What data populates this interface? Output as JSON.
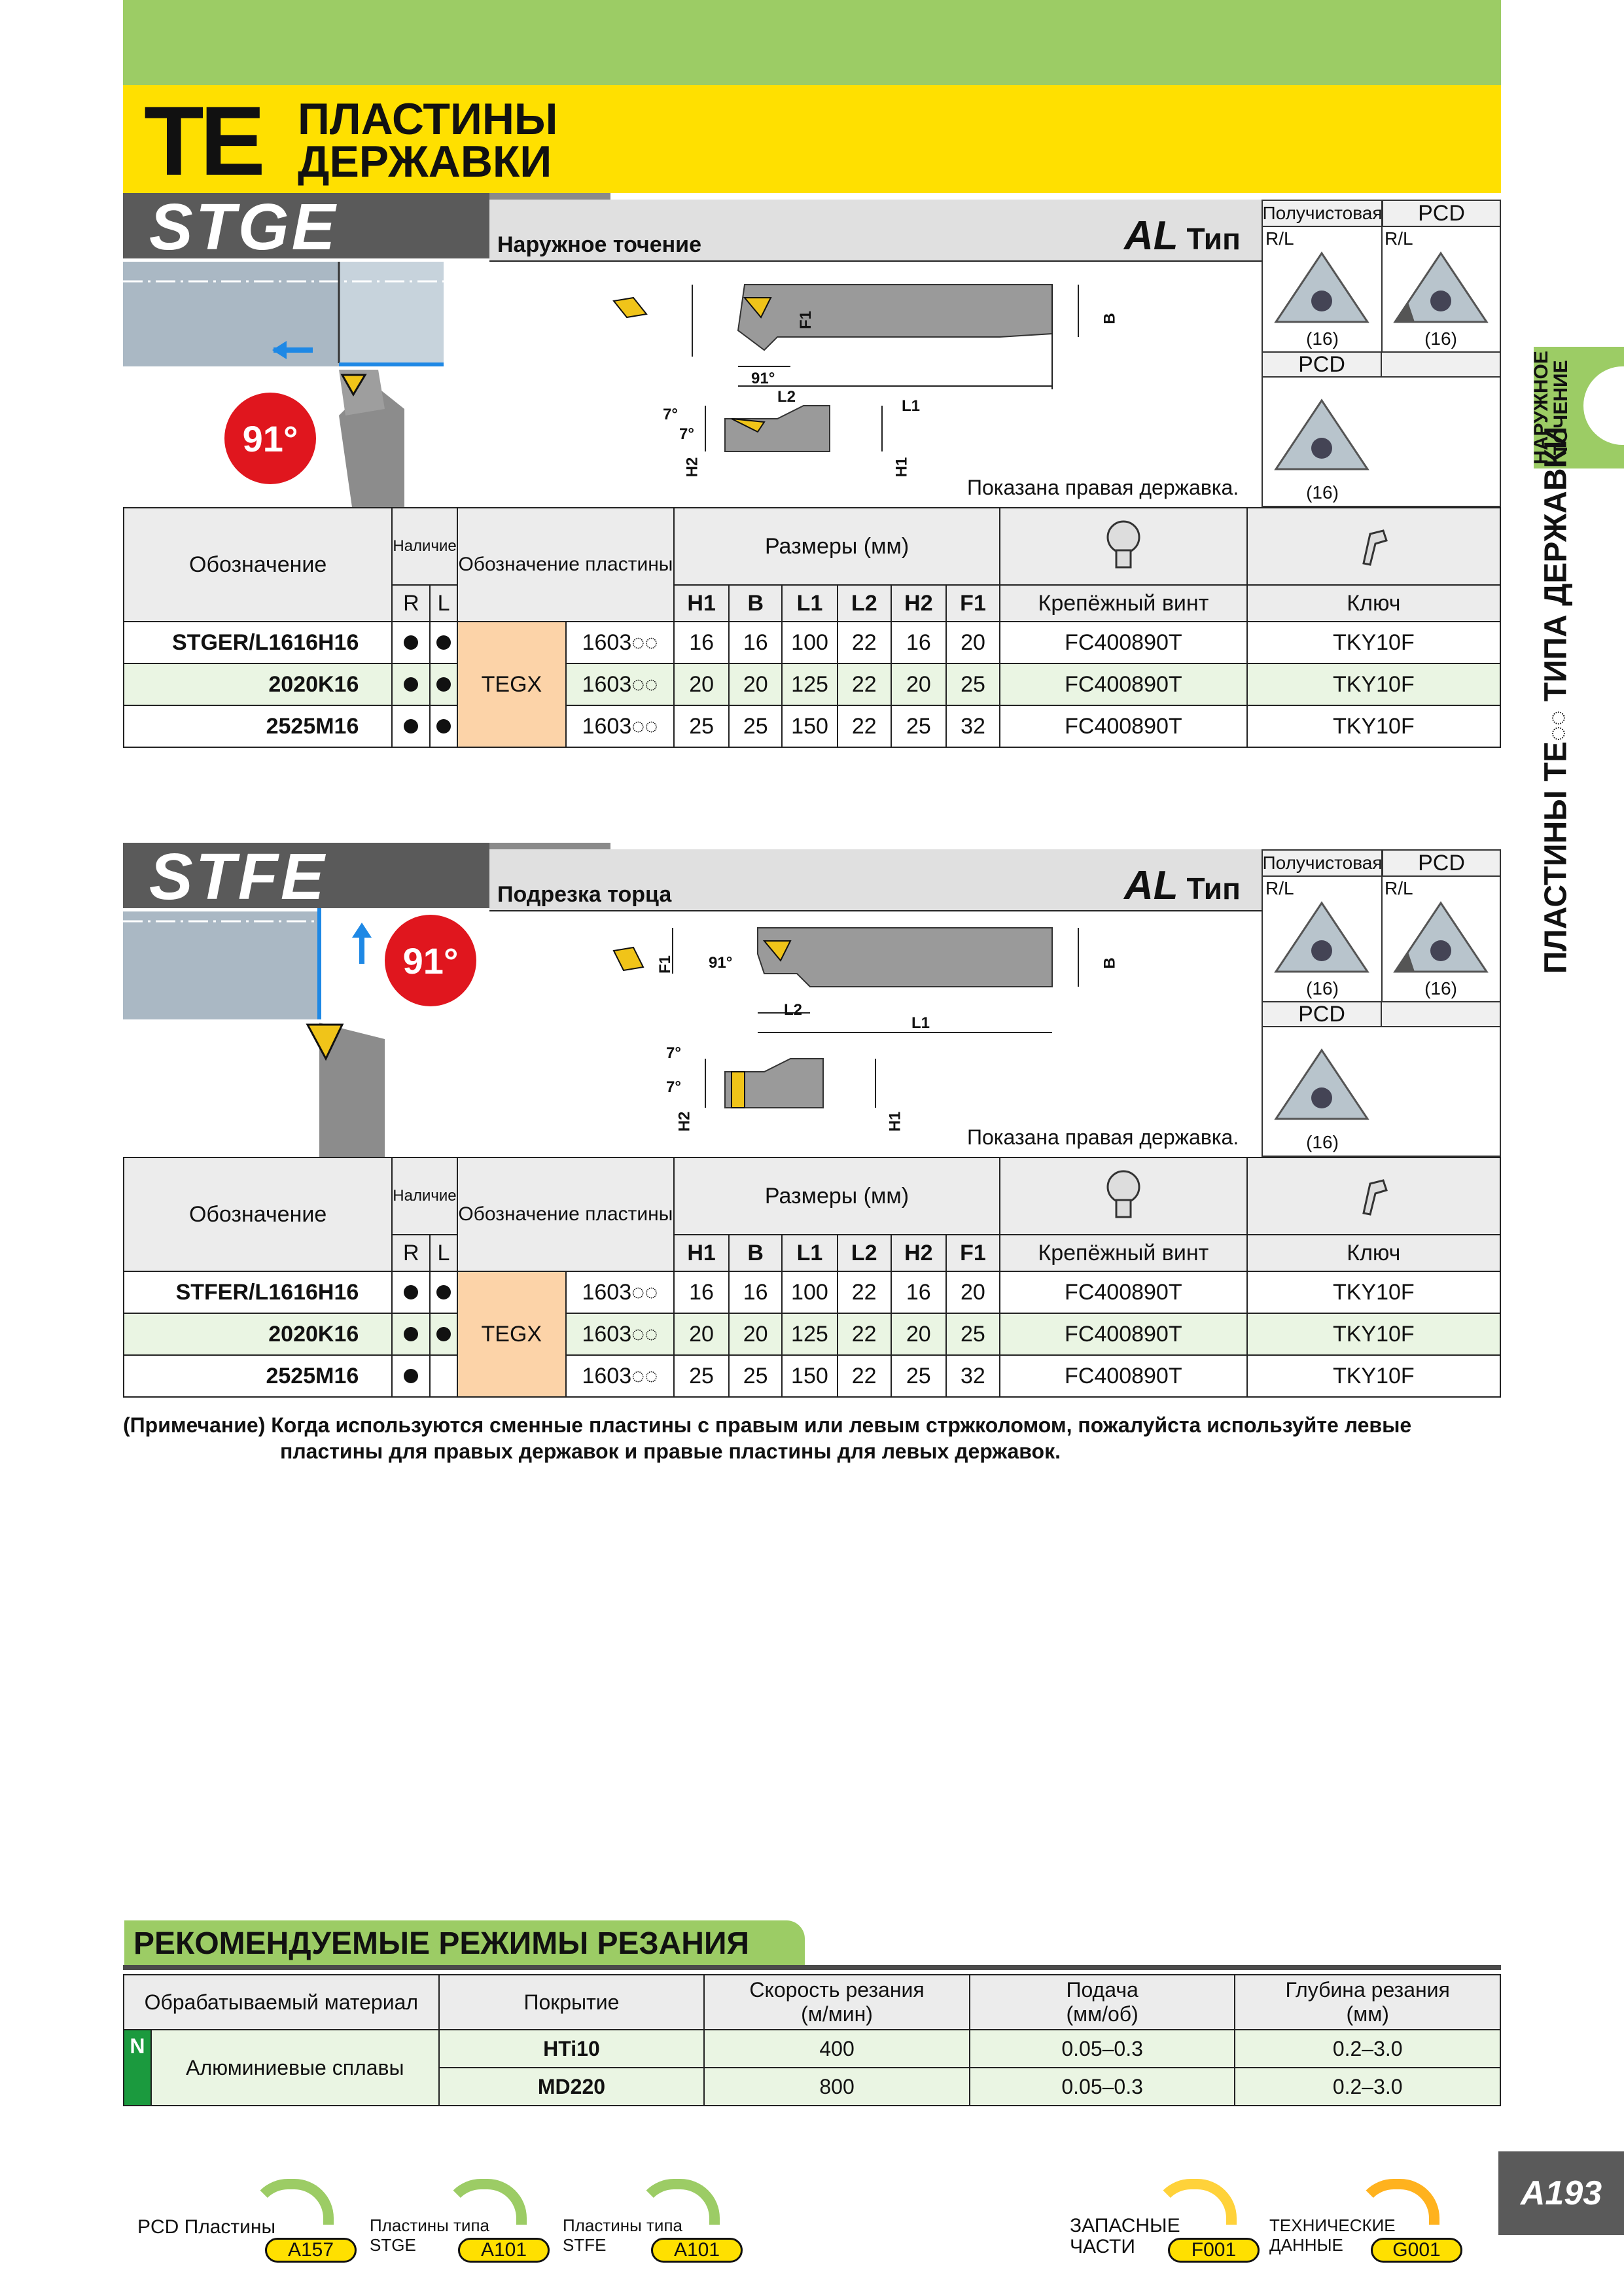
{
  "header": {
    "te": "TE",
    "line1": "ПЛАСТИНЫ",
    "line2": "ДЕРЖАВКИ"
  },
  "side": {
    "tag1": "НАРУЖНОЕ",
    "tag2": "ТОЧЕНИЕ",
    "text_a": "ПЛАСТИНЫ ",
    "text_te": "TE",
    "text_b": " ТИПА ДЕРЖАВКИ"
  },
  "sections": [
    {
      "model": "STGE",
      "operation": "Наружное точение",
      "al_type": "AL",
      "al_word": "Тип",
      "angle": "91°",
      "inserts": {
        "semi_label": "Получистовая",
        "pcd_label": "PCD",
        "rl1": "R/L",
        "rl2": "R/L",
        "q1": "(16)",
        "q2": "(16)",
        "pcd2_label": "PCD",
        "q3": "(16)"
      },
      "shown": "Показана правая державка.",
      "dims": {
        "f1": "F1",
        "b": "B",
        "a91": "91°",
        "l2": "L2",
        "l1": "L1",
        "a7a": "7°",
        "a7b": "7°",
        "h2": "H2",
        "h1": "H1"
      },
      "table": {
        "h_designation": "Обозначение",
        "h_avail": "Наличие",
        "h_insert": "Обозначение пластины",
        "h_dims": "Размеры (мм)",
        "h_screw": "Крепёжный винт",
        "h_key": "Ключ",
        "h_r": "R",
        "h_l": "L",
        "cols": [
          "H1",
          "B",
          "L1",
          "L2",
          "H2",
          "F1"
        ],
        "insert_type": "TEGX",
        "rows": [
          {
            "name": "STGER/L1616H16",
            "r": true,
            "l": true,
            "ins": "1603◌◌",
            "v": [
              "16",
              "16",
              "100",
              "22",
              "16",
              "20"
            ],
            "screw": "FC400890T",
            "key": "TKY10F"
          },
          {
            "name": "2020K16",
            "r": true,
            "l": true,
            "ins": "1603◌◌",
            "v": [
              "20",
              "20",
              "125",
              "22",
              "20",
              "25"
            ],
            "screw": "FC400890T",
            "key": "TKY10F"
          },
          {
            "name": "2525M16",
            "r": true,
            "l": true,
            "ins": "1603◌◌",
            "v": [
              "25",
              "25",
              "150",
              "22",
              "25",
              "32"
            ],
            "screw": "FC400890T",
            "key": "TKY10F"
          }
        ]
      }
    },
    {
      "model": "STFE",
      "operation": "Подрезка торца",
      "al_type": "AL",
      "al_word": "Тип",
      "angle": "91°",
      "inserts": {
        "semi_label": "Получистовая",
        "pcd_label": "PCD",
        "rl1": "R/L",
        "rl2": "R/L",
        "q1": "(16)",
        "q2": "(16)",
        "pcd2_label": "PCD",
        "q3": "(16)"
      },
      "shown": "Показана правая державка.",
      "dims": {
        "f1": "F1",
        "b": "B",
        "a91": "91°",
        "l2": "L2",
        "l1": "L1",
        "a7a": "7°",
        "a7b": "7°",
        "h2": "H2",
        "h1": "H1"
      },
      "table": {
        "h_designation": "Обозначение",
        "h_avail": "Наличие",
        "h_insert": "Обозначение пластины",
        "h_dims": "Размеры (мм)",
        "h_screw": "Крепёжный винт",
        "h_key": "Ключ",
        "h_r": "R",
        "h_l": "L",
        "cols": [
          "H1",
          "B",
          "L1",
          "L2",
          "H2",
          "F1"
        ],
        "insert_type": "TEGX",
        "rows": [
          {
            "name": "STFER/L1616H16",
            "r": true,
            "l": true,
            "ins": "1603◌◌",
            "v": [
              "16",
              "16",
              "100",
              "22",
              "16",
              "20"
            ],
            "screw": "FC400890T",
            "key": "TKY10F"
          },
          {
            "name": "2020K16",
            "r": true,
            "l": true,
            "ins": "1603◌◌",
            "v": [
              "20",
              "20",
              "125",
              "22",
              "20",
              "25"
            ],
            "screw": "FC400890T",
            "key": "TKY10F"
          },
          {
            "name": "2525M16",
            "r": true,
            "l": false,
            "ins": "1603◌◌",
            "v": [
              "25",
              "25",
              "150",
              "22",
              "25",
              "32"
            ],
            "screw": "FC400890T",
            "key": "TKY10F"
          }
        ]
      }
    }
  ],
  "note": {
    "label": "(Примечание)",
    "line1": "Когда используются сменные пластины с правым или левым стржколомом, пожалуйста используйте левые",
    "line2": "пластины для правых державок и правые пластины для левых державок."
  },
  "recommend": {
    "title": "РЕКОМЕНДУЕМЫЕ РЕЖИМЫ РЕЗАНИЯ",
    "h_material": "Обрабатываемый материал",
    "h_coating": "Покрытие",
    "h_speed1": "Скорость резания",
    "h_speed2": "(м/мин)",
    "h_feed1": "Подача",
    "h_feed2": "(мм/об)",
    "h_depth1": "Глубина резания",
    "h_depth2": "(мм)",
    "group": "N",
    "material": "Алюминиевые сплавы",
    "rows": [
      {
        "coating": "HTi10",
        "speed": "400",
        "feed": "0.05–0.3",
        "depth": "0.2–3.0"
      },
      {
        "coating": "MD220",
        "speed": "800",
        "feed": "0.05–0.3",
        "depth": "0.2–3.0"
      }
    ]
  },
  "footer": {
    "l1": "PCD Пластины",
    "p1": "A157",
    "l2a": "Пластины типа",
    "l2b": "STGE",
    "p2": "A101",
    "l3a": "Пластины типа",
    "l3b": "STFE",
    "p3": "A101",
    "l4a": "ЗАПАСНЫЕ",
    "l4b": "ЧАСТИ",
    "p4": "F001",
    "l5a": "ТЕХНИЧЕСКИЕ",
    "l5b": "ДАННЫЕ",
    "p5": "G001",
    "page": "A193"
  },
  "colors": {
    "green": "#9ccc65",
    "yellow": "#ffe000",
    "dark": "#5a5a5a",
    "peach": "#fcd3a8",
    "red": "#e0161e",
    "blue": "#1e88e5"
  }
}
